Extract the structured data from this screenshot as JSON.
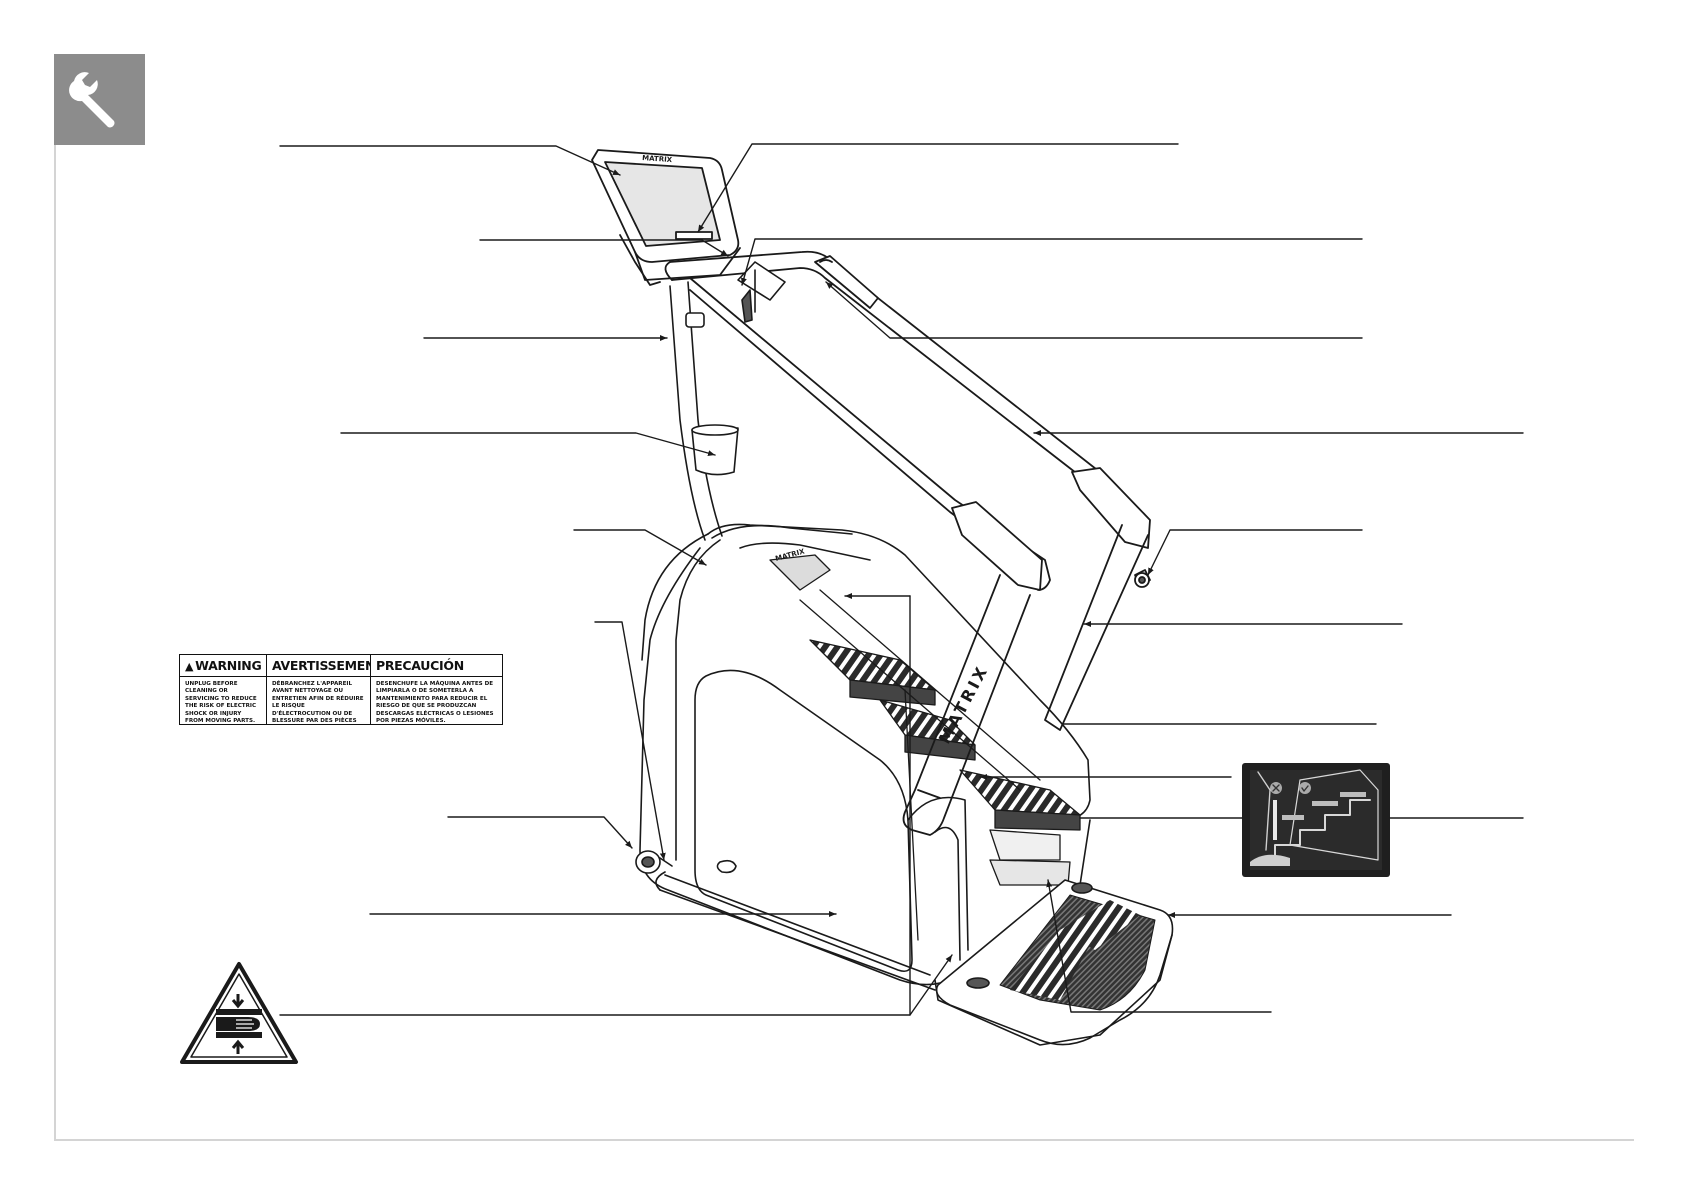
{
  "header": {
    "badge_icon": "wrench-icon",
    "badge_color": "#8c8c8c"
  },
  "diagram": {
    "brand_text": "MATRIX",
    "callout_color": "#1a1a1a"
  },
  "warning_label": {
    "warning": {
      "heading": "WARNING",
      "text": "UNPLUG BEFORE CLEANING OR SERVICING TO REDUCE THE RISK OF ELECTRIC SHOCK OR INJURY FROM MOVING PARTS."
    },
    "avertissement": {
      "heading": "AVERTISSEMENT",
      "text": "DÉBRANCHEZ L'APPAREIL AVANT NETTOYAGE OU ENTRETIEN AFIN DE RÉDUIRE LE RISQUE D'ÉLECTROCUTION OU DE BLESSURE PAR DES PIÈCES EN MOUVEMENT."
    },
    "precaucion": {
      "heading": "PRECAUCIÓN",
      "text": "DESENCHUFE LA MÁQUINA ANTES DE LIMPIARLA O DE SOMETERLA A MANTENIMIENTO PARA REDUCIR EL RIESGO DE QUE SE PRODUZCAN DESCARGAS ELÉCTRICAS O LESIONES POR PIEZAS MÓVILES."
    }
  },
  "symbols": {
    "warning_triangle": "▲",
    "pinch_icon": "hand-crush-warning-icon",
    "inset_icon": "step-position-inset-icon"
  }
}
